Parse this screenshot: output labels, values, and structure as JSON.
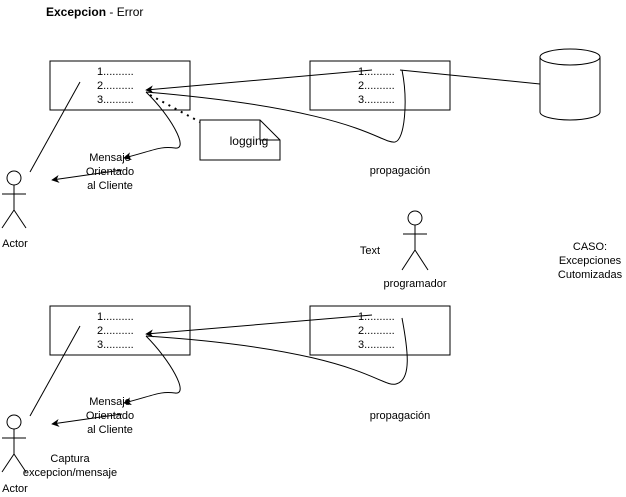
{
  "title": {
    "bold": "Excepcion",
    "rest": " - Error"
  },
  "box_lines": [
    "1..........",
    "2..........",
    "3.........."
  ],
  "doc_label": "logging",
  "propagation_label": "propagación",
  "actor_label": "Actor",
  "text_label": "Text",
  "programmer_label": "programador",
  "message_lines": [
    "Mensaje",
    "Orientado",
    "al Cliente"
  ],
  "case_lines": [
    "CASO:",
    "Excepciones",
    "Cutomizadas"
  ],
  "capture_lines": [
    "Captura",
    "excepcion/mensaje"
  ]
}
